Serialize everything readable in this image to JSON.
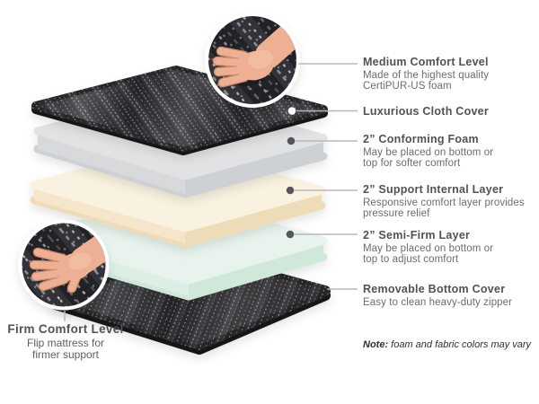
{
  "colors": {
    "background": "#ffffff",
    "heading_text": "#515254",
    "body_text": "#6b6c6e",
    "note_text": "#2f2f31",
    "leader_line": "#b6b8ba",
    "pointer_dot": "#55565a",
    "pointer_dot_white": "#ffffff",
    "fabric_dark": "#28282b",
    "fabric_dark_edge": "#141416",
    "foam_gray_top": "#e0e2e4",
    "foam_gray_left": "#d7d9db",
    "foam_gray_right": "#ced1d4",
    "foam_cream_top": "#faf2e0",
    "foam_cream_left": "#f5e6ca",
    "foam_cream_right": "#eedbb8",
    "foam_mint_top": "#e7f3ec",
    "foam_mint_left": "#ddefe5",
    "foam_mint_right": "#d0e8da",
    "skin": "#eeb094",
    "skin_shadow": "#cd8a6c"
  },
  "callouts": [
    {
      "heading": "Medium Comfort Level",
      "body": "Made of the highest quality\nCertiPUR-US foam"
    },
    {
      "heading": "Luxurious Cloth Cover",
      "body": ""
    },
    {
      "heading": "2” Conforming Foam",
      "body": "May be placed on bottom or\ntop for softer comfort"
    },
    {
      "heading": "2” Support Internal Layer",
      "body": "Responsive comfort layer provides\npressure relief"
    },
    {
      "heading": "2” Semi-Firm Layer",
      "body": "May be placed on bottom or\ntop to adjust comfort"
    },
    {
      "heading": "Removable Bottom Cover",
      "body": "Easy to clean heavy-duty zipper"
    }
  ],
  "firm_callout": {
    "heading": "Firm Comfort Level",
    "body": "Flip mattress for\nfirmer support"
  },
  "note": {
    "prefix": "Note:",
    "text": " foam and fabric colors may vary"
  }
}
